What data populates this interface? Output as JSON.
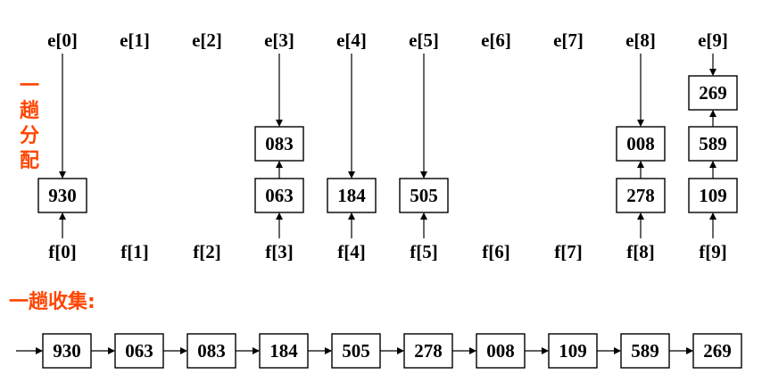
{
  "head_labels": [
    "e[0]",
    "e[1]",
    "e[2]",
    "e[3]",
    "e[4]",
    "e[5]",
    "e[6]",
    "e[7]",
    "e[8]",
    "e[9]"
  ],
  "tail_labels": [
    "f[0]",
    "f[1]",
    "f[2]",
    "f[3]",
    "f[4]",
    "f[5]",
    "f[6]",
    "f[7]",
    "f[8]",
    "f[9]"
  ],
  "distribution_title": "一趟分配",
  "collection_title": "一趟收集:",
  "buckets": [
    [
      "930"
    ],
    [],
    [],
    [
      "063",
      "083"
    ],
    [
      "184"
    ],
    [
      "505"
    ],
    [],
    [],
    [
      "278",
      "008"
    ],
    [
      "109",
      "589",
      "269"
    ]
  ],
  "collected": [
    "930",
    "063",
    "083",
    "184",
    "505",
    "278",
    "008",
    "109",
    "589",
    "269"
  ],
  "accent_color": "#ff4500"
}
